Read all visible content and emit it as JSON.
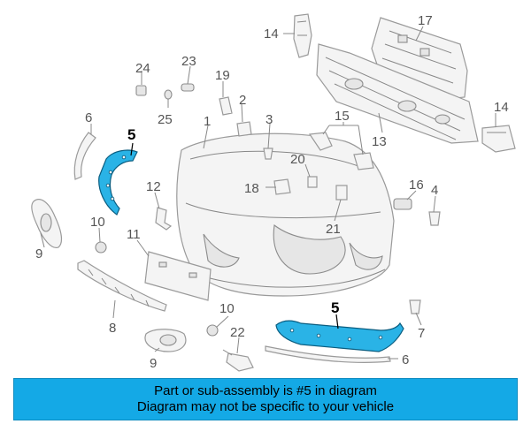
{
  "callouts": {
    "c1": "1",
    "c2": "2",
    "c3": "3",
    "c4": "4",
    "c5a": "5",
    "c5b": "5",
    "c6a": "6",
    "c6b": "6",
    "c7": "7",
    "c8": "8",
    "c9a": "9",
    "c9b": "9",
    "c10a": "10",
    "c10b": "10",
    "c11": "11",
    "c12": "12",
    "c13": "13",
    "c14a": "14",
    "c14b": "14",
    "c15": "15",
    "c16": "16",
    "c17": "17",
    "c18": "18",
    "c19": "19",
    "c20": "20",
    "c21": "21",
    "c22": "22",
    "c23": "23",
    "c24": "24",
    "c25": "25"
  },
  "highlight_color": "#2ab3e6",
  "banner": {
    "line1": "Part or sub-assembly is #5 in diagram",
    "line2": "Diagram may not be specific to your vehicle",
    "background": "#14a9e6"
  }
}
